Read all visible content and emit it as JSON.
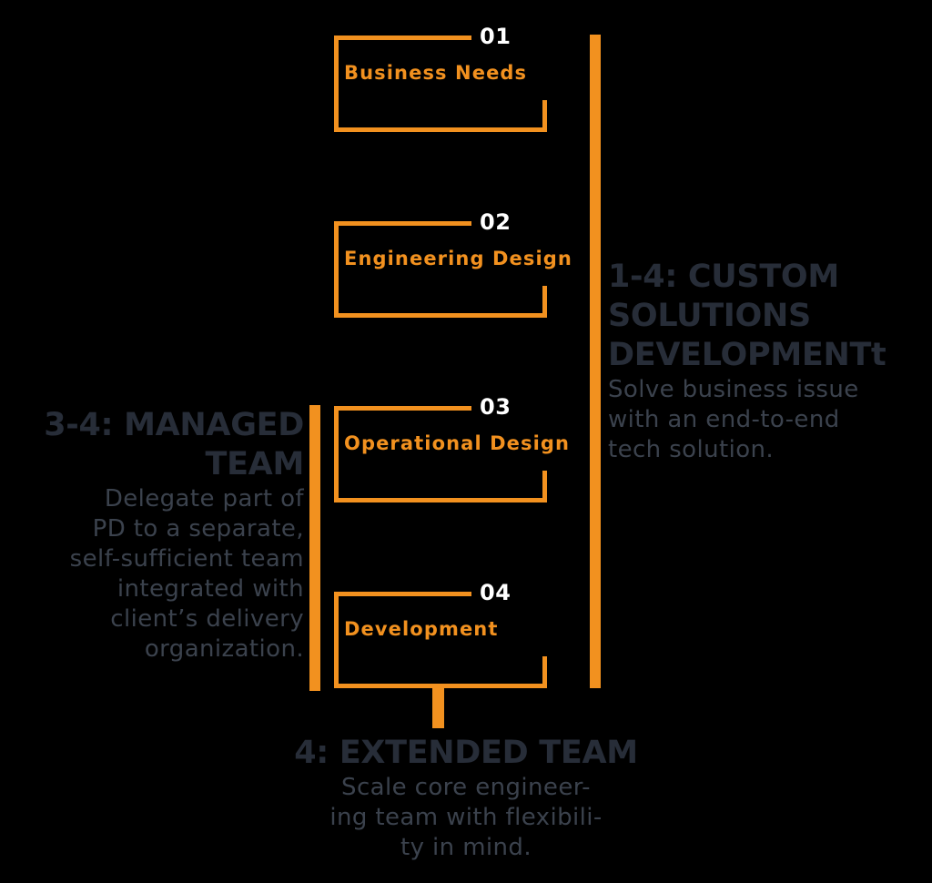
{
  "colors": {
    "accent": "#F2911F",
    "heading": "#272D38",
    "body": "#3B424D",
    "number": "#FFFFFF",
    "background": "#000000"
  },
  "stages": [
    {
      "number": "01",
      "title": "Business Needs"
    },
    {
      "number": "02",
      "title": "Engineering Design"
    },
    {
      "number": "03",
      "title": "Operational Design"
    },
    {
      "number": "04",
      "title": "Development"
    }
  ],
  "panels": {
    "custom_solutions": {
      "heading_lines": [
        "1-4: CUSTOM",
        "SOLUTIONS",
        "DEVELOPMENTt"
      ],
      "body_lines": [
        "Solve business issue",
        "with an end-to-end",
        "tech solution."
      ]
    },
    "managed_team": {
      "heading_lines": [
        "3-4: MANAGED",
        "TEAM"
      ],
      "body_lines": [
        "Delegate part of",
        "PD to a separate,",
        "self-sufficient team",
        "integrated with",
        "client’s delivery",
        "organization."
      ]
    },
    "extended_team": {
      "heading_lines": [
        "4: EXTENDED TEAM"
      ],
      "body_lines": [
        "Scale core engineer-",
        "ing team with flexibili-",
        "ty in mind."
      ]
    }
  }
}
